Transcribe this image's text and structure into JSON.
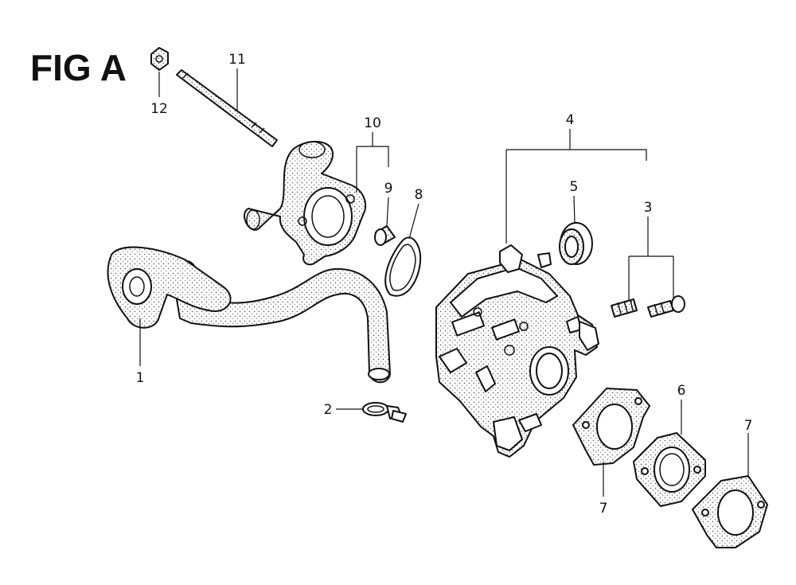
{
  "figure": {
    "title": "FIG A"
  },
  "callouts": {
    "c1": "1",
    "c2": "2",
    "c3": "3",
    "c4": "4",
    "c5": "5",
    "c6": "6",
    "c7a": "7",
    "c7b": "7",
    "c8": "8",
    "c9": "9",
    "c10": "10",
    "c11": "11",
    "c12": "12"
  }
}
